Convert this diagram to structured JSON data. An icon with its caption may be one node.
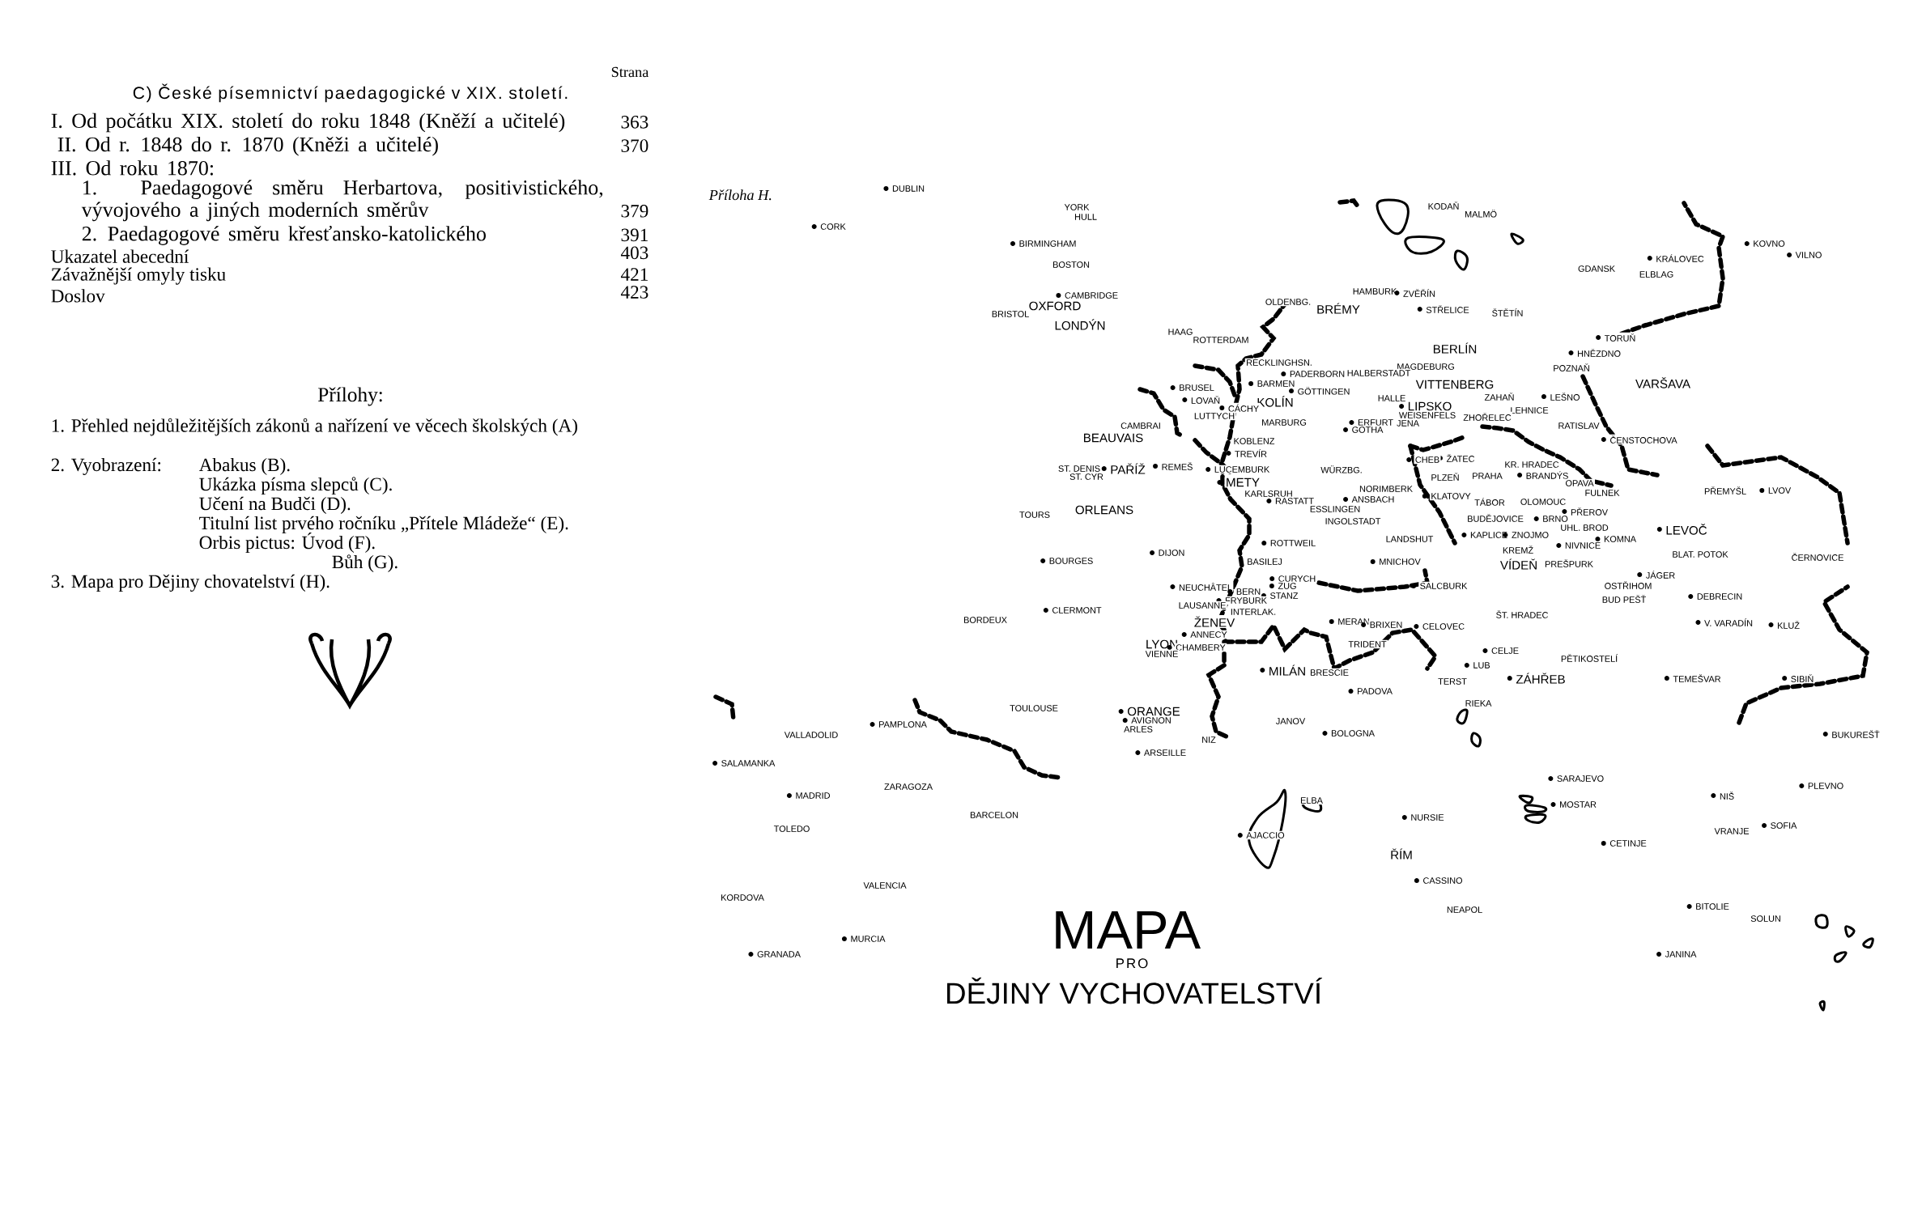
{
  "diagram": {
    "labels": [
      "Strana",
      "C) České písemnictví paedagogické v XIX. století.",
      "I. Od počátku XIX. století do roku 1848 (Kněží a učitelé)",
      "363",
      "II. Od r. 1848 do r. 1870 (Kněži a učitelé)",
      "370",
      "III. Od roku 1870:",
      "1. Paedagogové směru Herbartova, positivistického, vývojového a jiných moderních směrův",
      "379",
      "2. Paedagogové směru křesťansko-katolického",
      "391",
      "Ukazatel abecední",
      "403",
      "Závažnější omyly tisku",
      "421",
      "Doslov",
      "423",
      "Přílohy:",
      "1. Přehled nejdůležitějších zákonů a nařízení ve věcech školských (A)",
      "2. Vyobrazení:",
      "Abakus (B).",
      "Ukázka písma slepců (C).",
      "Učení na Budči (D).",
      "Titulní list prvého ročníku „Přítele Mládeže“ (E).",
      "Orbis pictus: Úvod (F).",
      "Bůh (G).",
      "3. Mapa pro Dějiny chovatelství (H).",
      "Příloha H.",
      "DUBLIN",
      "CORK",
      "YORK",
      "HULL",
      "BIRMINGHAM",
      "BOSTON",
      "CAMBRIDGE",
      "OXFORD",
      "BRISTOL",
      "LONDÝN",
      "KODAŇ",
      "MALMÖ",
      "HAMBURK",
      "ZVĚŘÍN",
      "BRÉMY",
      "STŘELICE",
      "ŠTĚTÍN",
      "GDANSK",
      "ELBLAG",
      "KRÁLOVEC",
      "KOVNO",
      "VILNO",
      "OLDENBG.",
      "HAAG",
      "ROTTERDAM",
      "RECKLINGHSN.",
      "BERLÍN",
      "MAGDEBURG",
      "PADERBORN",
      "HALBERSTADT",
      "VITTENBERG",
      "GÖTTINGEN",
      "TORUŇ",
      "HNĚZDNO",
      "POZNAŇ",
      "VARŠAVA",
      "BARMEN",
      "BRUSEL",
      "KOLÍN",
      "LOVAŇ",
      "HALLE",
      "ZAHAŇ",
      "LEŠNO",
      "LIPSKO",
      "CÁCHY",
      "LUTTYCH",
      "WEISENFELS",
      "LEHNICE",
      "ZHOŘELEC",
      "MARBURG",
      "ERFURT",
      "JENA",
      "CAMBRAI",
      "RATISLAV",
      "GOTHA",
      "BEAUVAIS",
      "KOBLENZ",
      "ČENSTOCHOVA",
      "ŽATEC",
      "TREVÍR",
      "CHEB",
      "LUCEMBURK",
      "REMEŠ",
      "ST. DENIS",
      "PAŘÍŽ",
      "KR. HRADEC",
      "WÜRZBG.",
      "BRANDÝS",
      "PRAHA",
      "PLZEŇ",
      "ST. CYR",
      "METY",
      "OPAVA",
      "NORIMBERK",
      "PŘEMYŠL",
      "LVOV",
      "FULNEK",
      "KARLSRUH",
      "KLATOVY",
      "ANSBACH",
      "RASTATT",
      "TÁBOR",
      "OLOMOUC",
      "ESSLINGEN",
      "ORLEANS",
      "PŘEROV",
      "TOURS",
      "BUDĚJOVICE",
      "BRNO",
      "INGOLSTADT",
      "LEVOČ",
      "UHL. BROD",
      "KAPLICE",
      "ZNOJMO",
      "KOMNA",
      "LANDSHUT",
      "NIVNICE",
      "ROTTWEIL",
      "KREMŽ",
      "DIJON",
      "BLAT. POTOK",
      "ČERNOVICE",
      "BOURGES",
      "MNICHOV",
      "BASILEJ",
      "PREŠPURK",
      "VÍDEŇ",
      "JÁGER",
      "CURYCH",
      "OSTŘIHOM",
      "SALCBURK",
      "ZUG",
      "NEUCHÂTEL",
      "BERN",
      "STANZ",
      "DEBRECIN",
      "BUD PEŠŤ",
      "FRYBURK",
      "LAUSANNE",
      "CLERMONT",
      "INTERLAK.",
      "ŠT. HRADEC",
      "BORDEUX",
      "ŽENEV",
      "MERAN",
      "V. VARADÍN",
      "BRIXEN",
      "KLUŽ",
      "CELOVEC",
      "ANNECY",
      "LYON",
      "TRIDENT",
      "CHAMBERY",
      "CELJE",
      "VIENNE",
      "PĚTIKOSTELÍ",
      "LUB",
      "BRESCIE",
      "MILÁN",
      "ZÁHŘEB",
      "TEMEŠVAR",
      "SIBIŇ",
      "TERST",
      "PADOVA",
      "RIEKA",
      "TOULOUSE",
      "ORANGE",
      "AVIGNON",
      "JANOV",
      "PAMPLONA",
      "ARLES",
      "BOLOGNA",
      "BUKUREŠŤ",
      "VALLADOLID",
      "NIZ",
      "ARSEILLE",
      "SALAMANKA",
      "SARAJEVO",
      "PLEVNO",
      "ZARAGOZA",
      "MADRID",
      "NIŠ",
      "ELBA",
      "MOSTAR",
      "BARCELON",
      "NURSIE",
      "SOFIA",
      "TOLEDO",
      "VRANJE",
      "AJACCIO",
      "CETINJE",
      "ŘÍM",
      "CASSINO",
      "VALENCIA",
      "KORDOVA",
      "BITOLIE",
      "NEAPOL",
      "SOLUN",
      "MURCIA",
      "GRANADA",
      "JANINA",
      "MAPA",
      "PRO",
      "DĚJINY VYCHOVATELSTVÍ"
    ]
  }
}
